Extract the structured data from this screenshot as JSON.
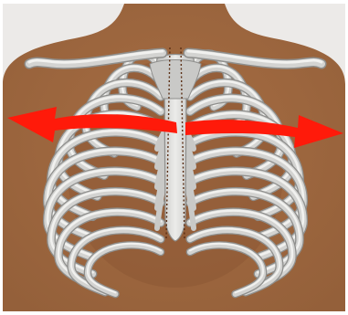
{
  "colors": {
    "background": "#eceae8",
    "frame": "#ffffff",
    "skin": "#a1683f",
    "skin_shadow": "#8c5835",
    "bone": "#d3d3d1",
    "bone_light": "#f1f1ef",
    "bone_dark": "#8f8f8d",
    "cartilage": "#c9c9c7",
    "arrow": "#ff1a0a",
    "midline": "#5a2e14"
  },
  "figure": {
    "subject": "rib-cage",
    "arrows": [
      "expansion-arrow-left",
      "expansion-arrow-right"
    ],
    "midline_style": "dotted"
  }
}
